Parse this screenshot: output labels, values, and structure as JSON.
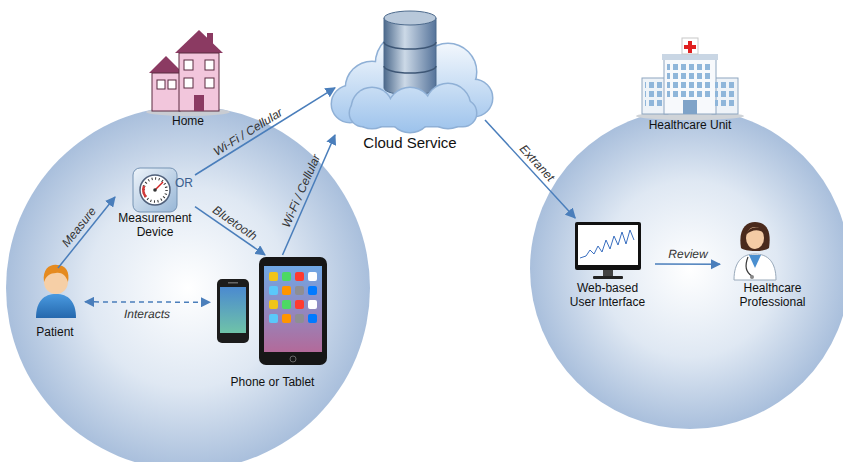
{
  "diagram": {
    "nodes": [
      {
        "text": [
          "Home"
        ]
      },
      {
        "text": [
          "Measurement Device"
        ],
        "in": 0
      },
      {
        "text": [
          "Patient"
        ],
        "in": 0
      },
      {
        "text": [
          "Phone or Tablet"
        ],
        "in": 0
      },
      {
        "text": [
          "Cloud Service"
        ]
      },
      {
        "text": [
          "Healthcare Unit"
        ]
      },
      {
        "text": [
          "Web-based User Interface"
        ],
        "in": 5
      },
      {
        "text": [
          "Healthcare Professional"
        ],
        "in": 5
      }
    ],
    "edges": [
      {
        "from": 2,
        "to": 1,
        "label": "Measure",
        "arrow": "to"
      },
      {
        "from": 2,
        "to": 3,
        "label": "Interacts",
        "arrow": "both"
      },
      {
        "from": 1,
        "to": 4,
        "label": "Wi-Fi / Cellular",
        "arrow": "to"
      },
      {
        "from": 1,
        "to": 3,
        "label": "Bluetooth",
        "arrow": "to"
      },
      {
        "from": 3,
        "to": 4,
        "label": "Wi-Fi / Cellular",
        "arrow": "to"
      },
      {
        "from": 4,
        "to": 6,
        "label": "Extranet",
        "arrow": "to"
      },
      {
        "from": 6,
        "to": 7,
        "label": "Review",
        "arrow": "to"
      }
    ],
    "labels": [
      "OR"
    ]
  }
}
